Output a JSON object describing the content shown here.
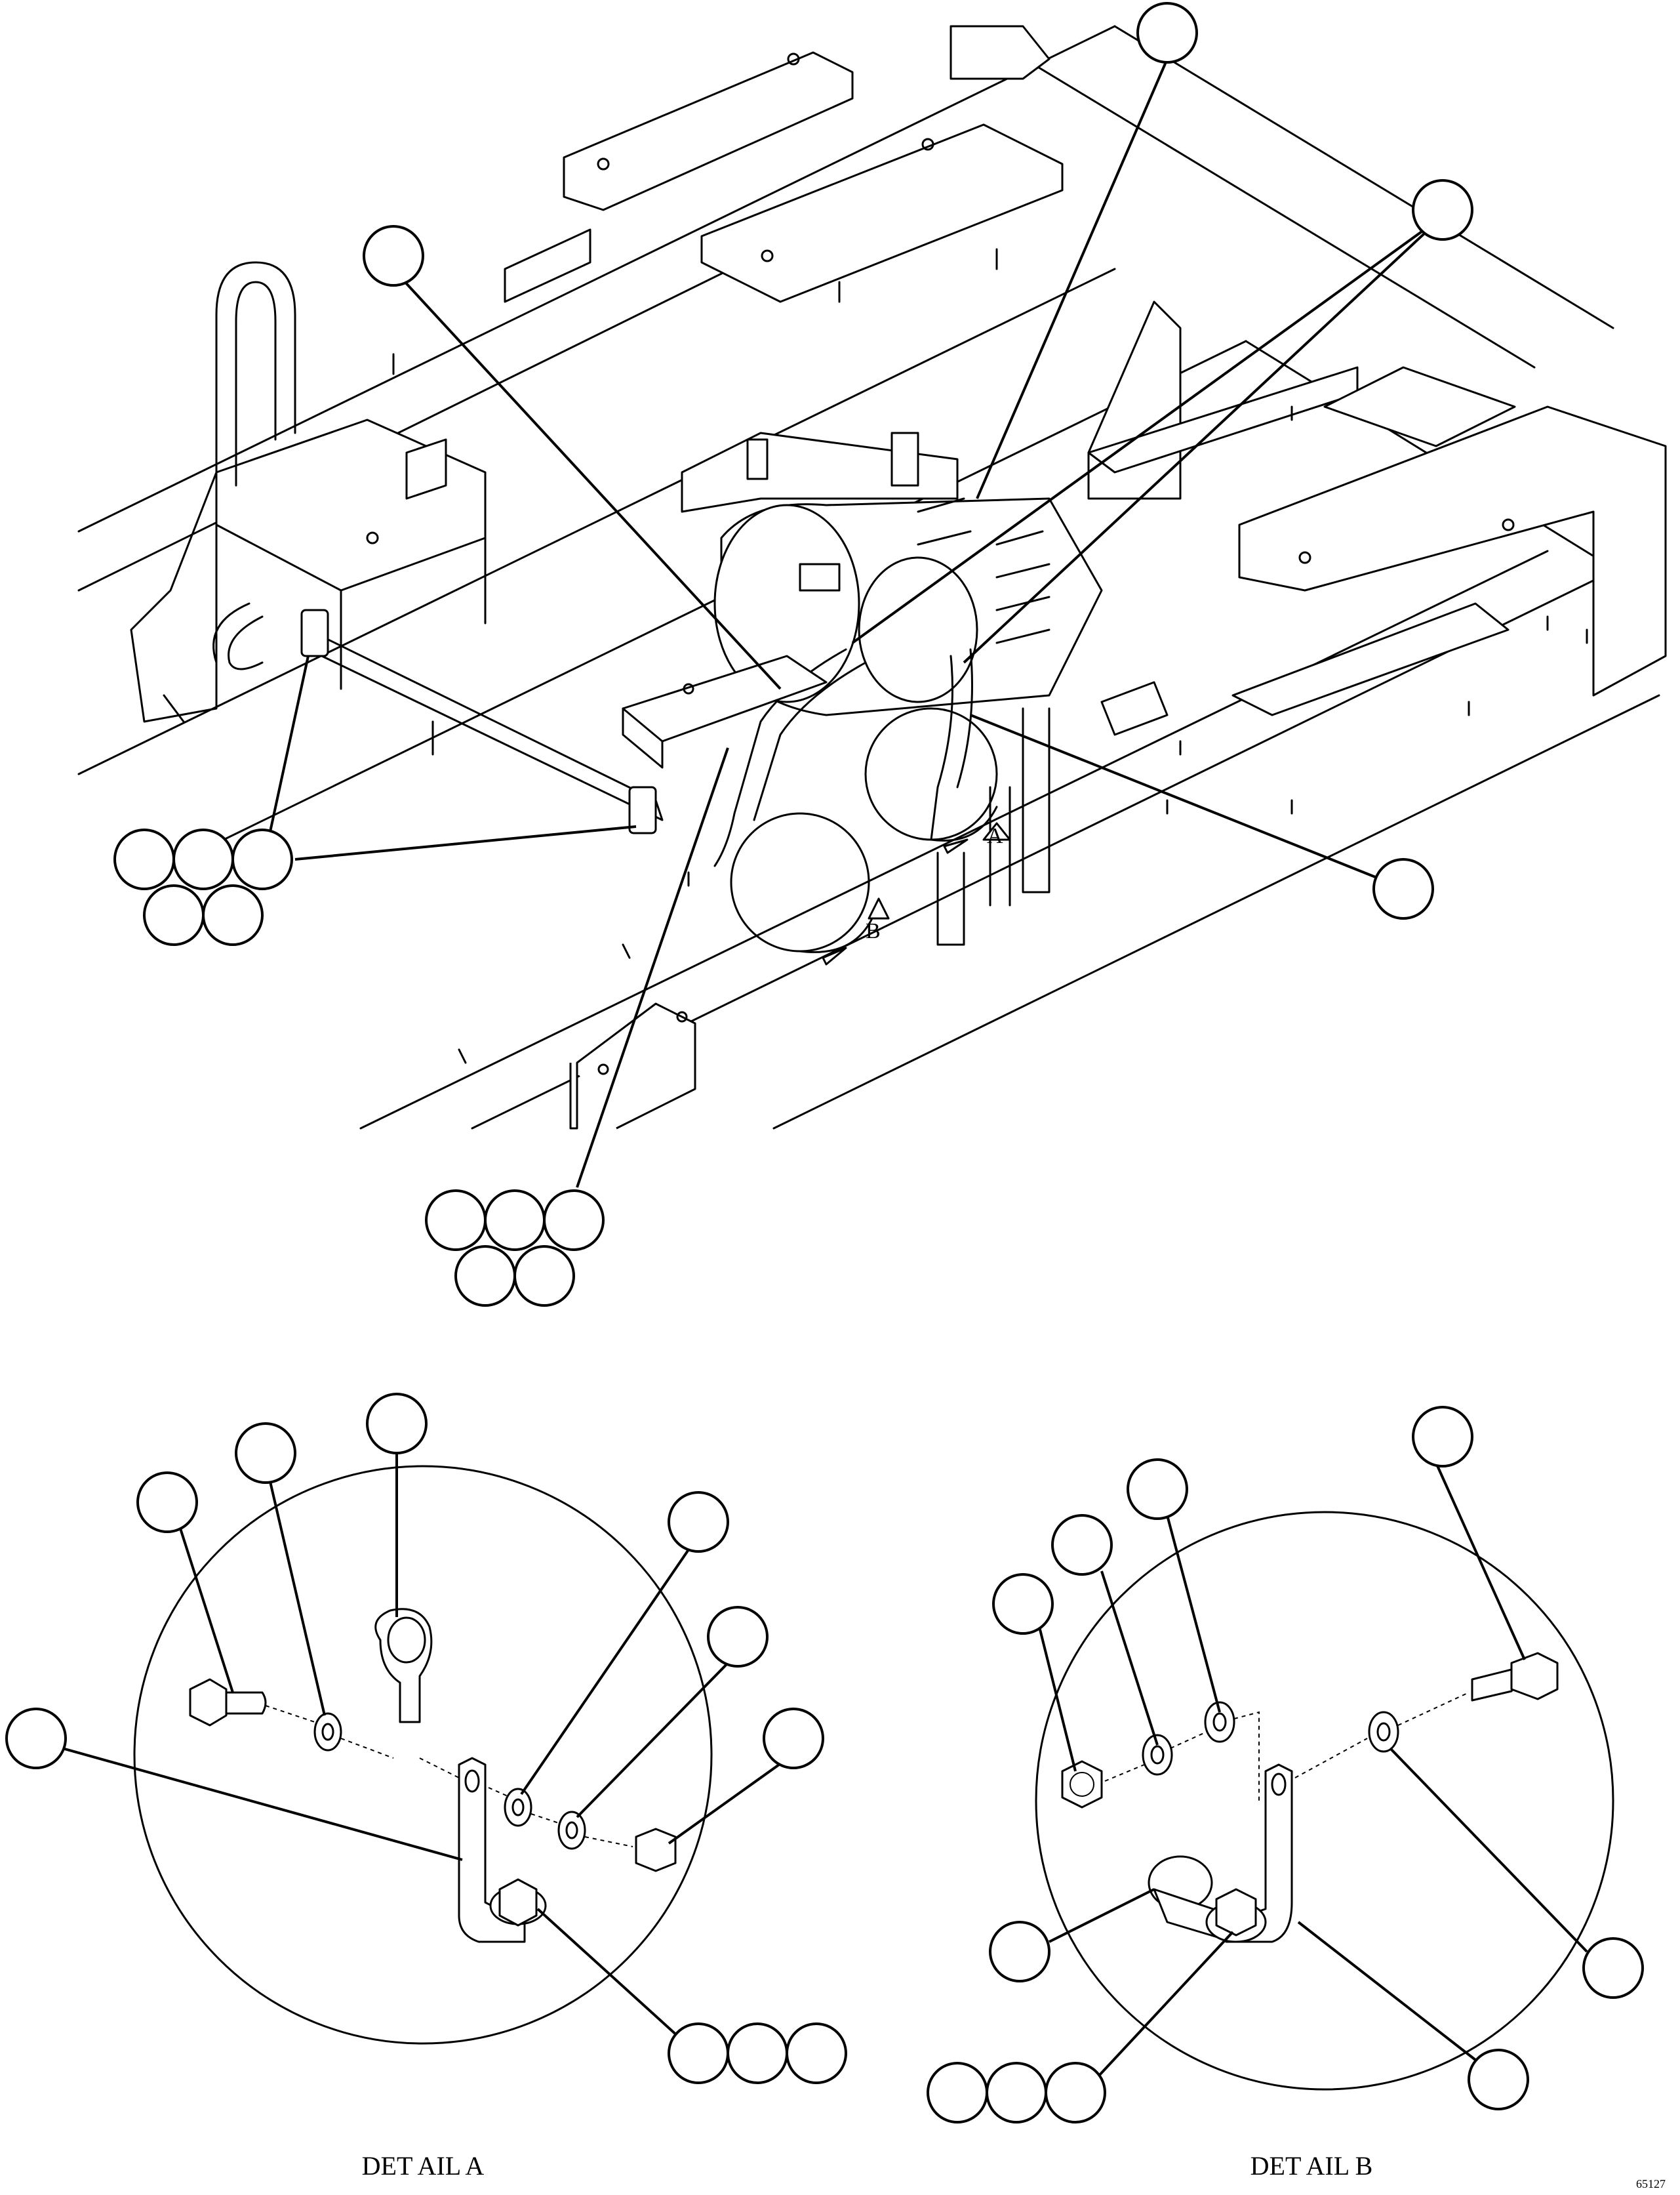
{
  "callouts": {
    "detail_a_marker": "A",
    "detail_b_marker": "B"
  },
  "captions": {
    "detail_a": "DET AIL A",
    "detail_b": "DET AIL B"
  },
  "figure_number": "65127"
}
